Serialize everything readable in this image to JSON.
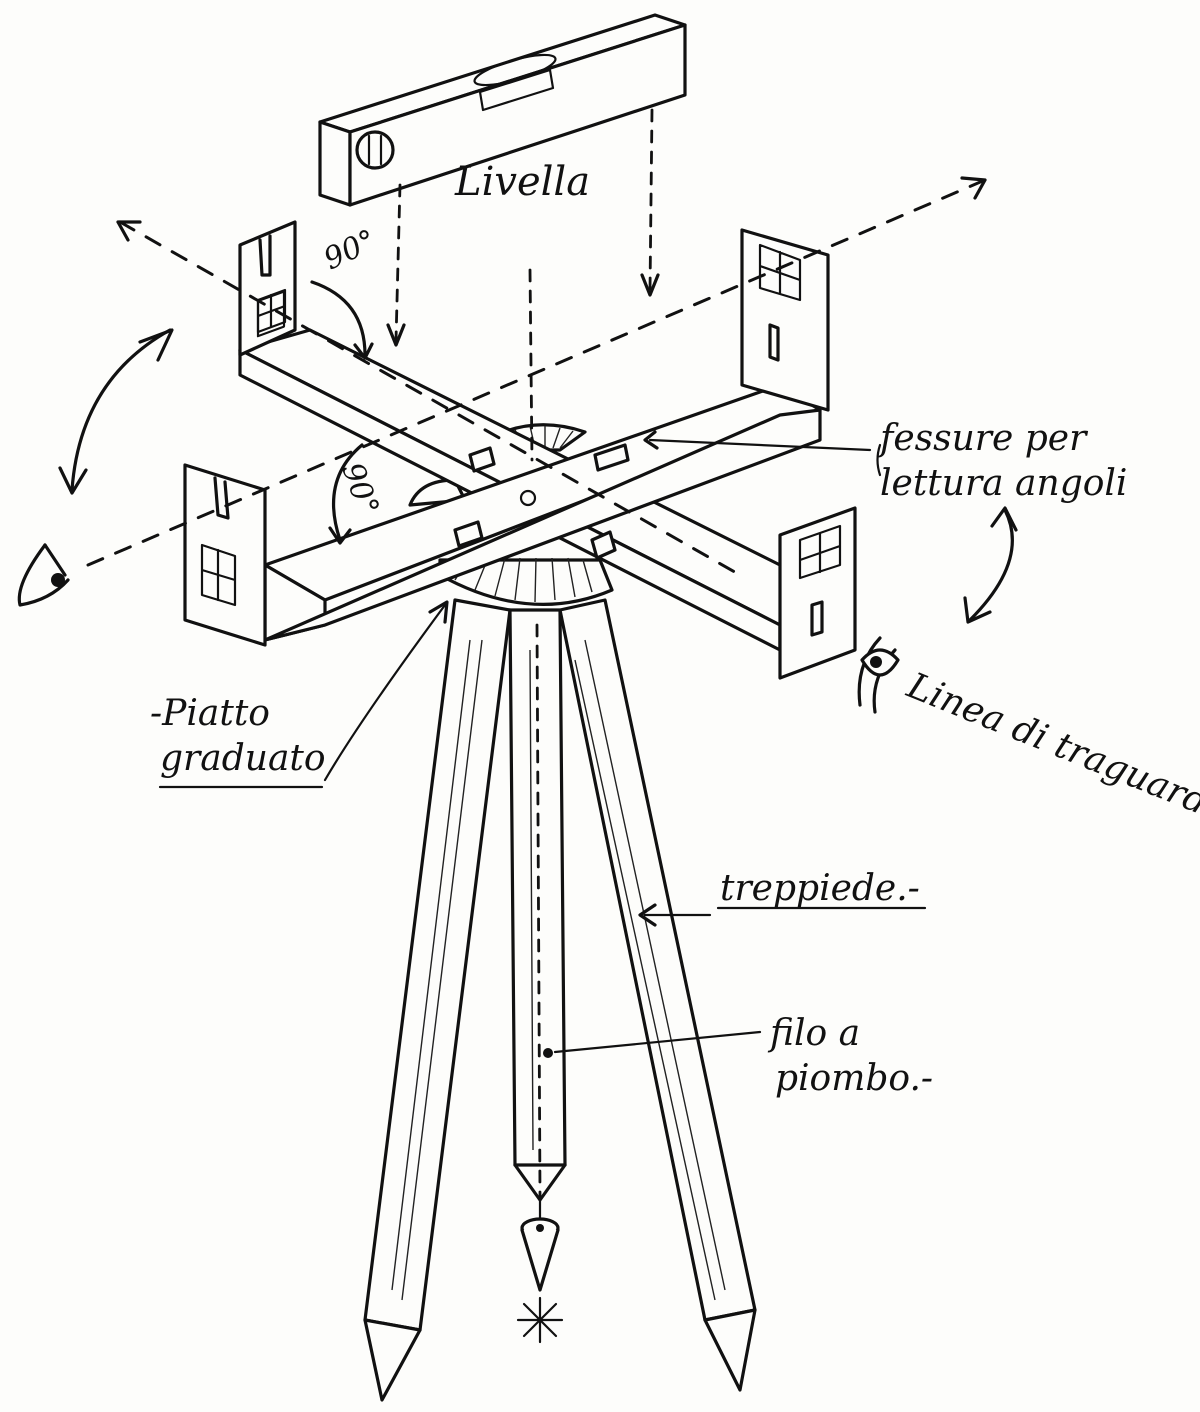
{
  "labels": {
    "level": "Livella",
    "angle_top": "90°",
    "angle_left": "90°",
    "slots_line1": "fessure per",
    "slots_line2": "lettura angoli",
    "plate_line1": "-Piatto",
    "plate_line2": "graduato",
    "sight_line": "Linea di traguardo",
    "tripod": "treppiede.-",
    "plumb_line1": "filo a",
    "plumb_line2": "piombo.-"
  }
}
